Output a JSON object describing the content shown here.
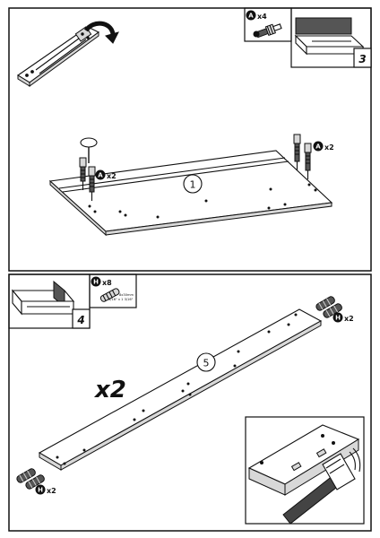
{
  "top_panel": {
    "hw_a_badge": "A",
    "hw_a_qty": "x4",
    "step_num": "3",
    "circle_step": "1",
    "callout_left": {
      "badge": "A",
      "qty": "x2"
    },
    "callout_right": {
      "badge": "A",
      "qty": "x2"
    }
  },
  "bottom_panel": {
    "step_num": "4",
    "hw_h_badge": "H",
    "hw_h_qty": "x8",
    "dowel_size_1": "8x30mm",
    "dowel_size_2": "5/16\" x 1 3/16\"",
    "circle_step": "5",
    "multiplier": "x2",
    "callout_right": {
      "badge": "H",
      "qty": "x2"
    },
    "callout_left": {
      "badge": "H",
      "qty": "x2"
    }
  }
}
